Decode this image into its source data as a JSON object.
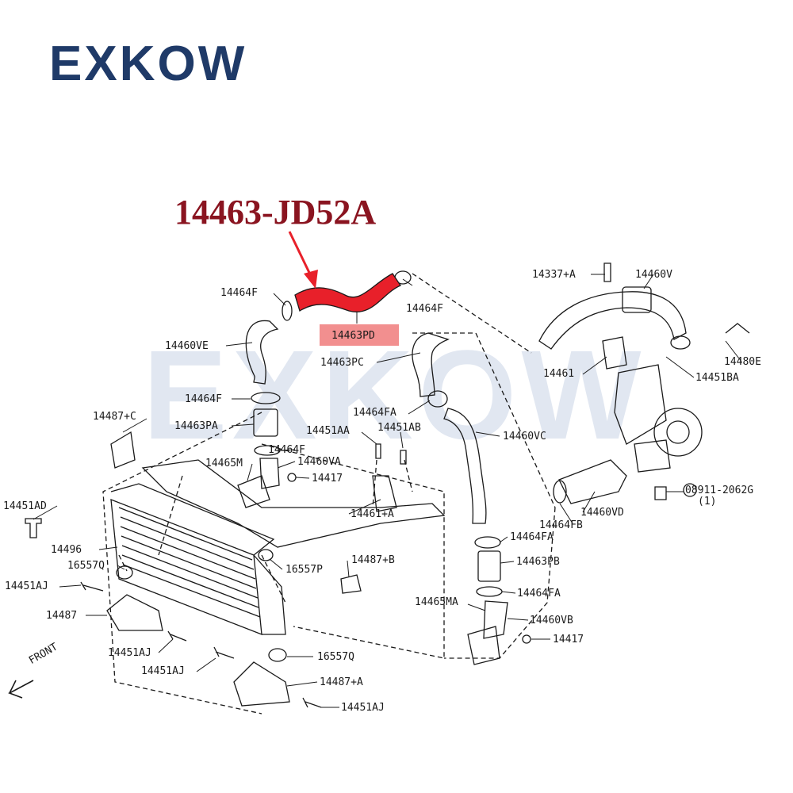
{
  "brand": "EXKOW",
  "watermark": "EXKOW",
  "title": "14463-JD52A",
  "highlight_color": "#f28f8f",
  "hose_color": "#e8202a",
  "labels": {
    "l14464F_a": "14464F",
    "l14464F_b": "14464F",
    "l14463PD": "14463PD",
    "l14460VE": "14460VE",
    "l14463PC": "14463PC",
    "l14464F_c": "14464F",
    "l14464FA_a": "14464FA",
    "l14463PA": "14463PA",
    "l14451AA": "14451AA",
    "l14451AB": "14451AB",
    "l14460VC": "14460VC",
    "l14464F_d": "14464F",
    "l14487C": "14487+C",
    "l14465M": "14465M",
    "l14460VA": "14460VA",
    "l14417_a": "14417",
    "l14451AD": "14451AD",
    "l14461A": "14461+A",
    "l14496": "14496",
    "l14464FA_b": "14464FA",
    "l14463PB": "14463PB",
    "l16557Q_a": "16557Q",
    "l16557P": "16557P",
    "l14487B": "14487+B",
    "l14451AJ_a": "14451AJ",
    "l14464FA_c": "14464FA",
    "l14465MA": "14465MA",
    "l14487": "14487",
    "l14460VB": "14460VB",
    "l14451AJ_b": "14451AJ",
    "l14417_b": "14417",
    "l16557Q_b": "16557Q",
    "l14451AJ_c": "14451AJ",
    "l14487A": "14487+A",
    "l14451AJ_d": "14451AJ",
    "l14337A": "14337+A",
    "l14460V": "14460V",
    "l14480E": "14480E",
    "l14461": "14461",
    "l14451BA": "14451BA",
    "l08911": "08911-2062G",
    "l08911q": "(1)",
    "l14464FB": "14464FB",
    "l14460VD": "14460VD",
    "front": "FRONT"
  }
}
